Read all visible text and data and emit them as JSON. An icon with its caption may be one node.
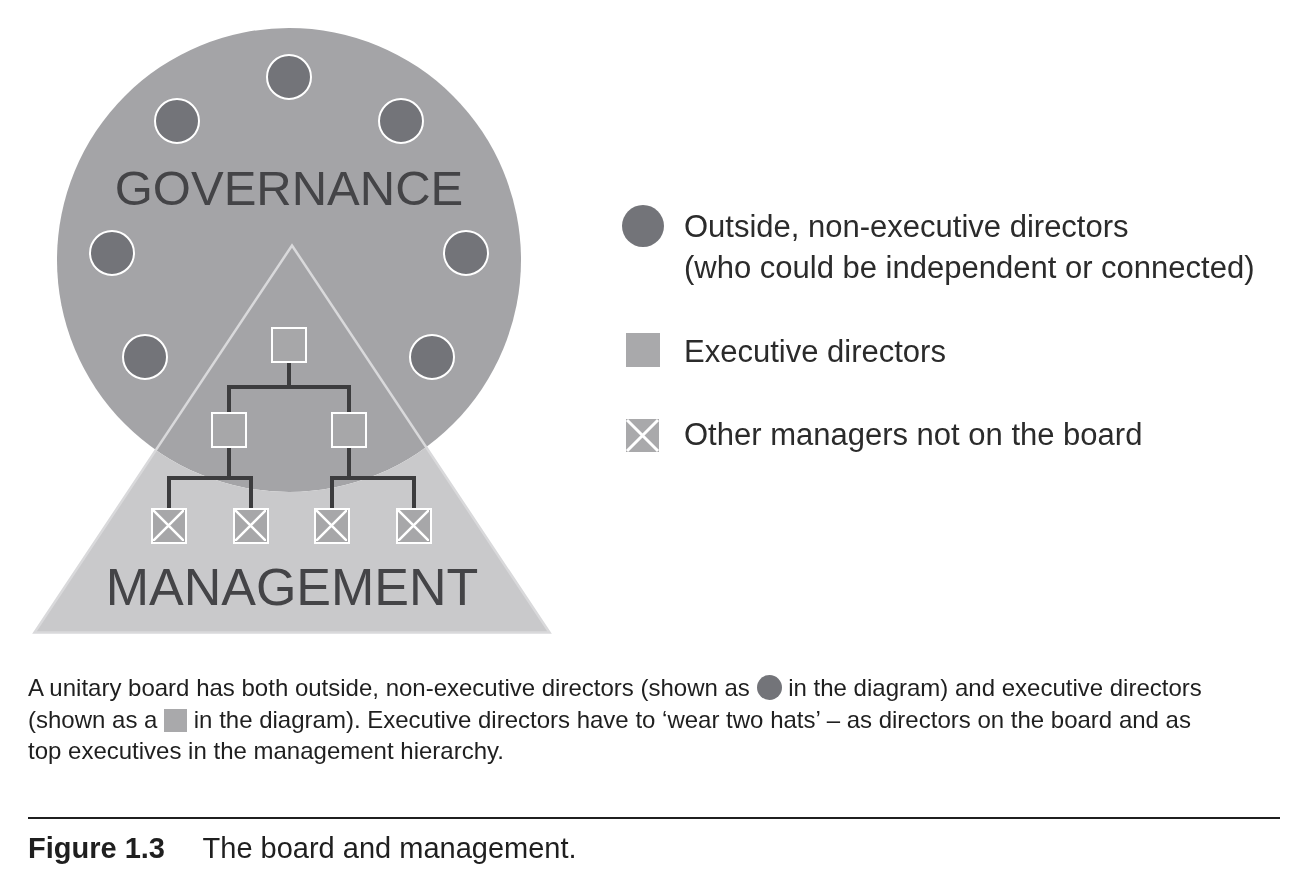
{
  "diagram": {
    "caption": "**Figure 1.3** The board and management.",
    "nodes": [
      {
        "text": [
          "GOVERNANCE"
        ]
      },
      {
        "text": [],
        "shape": "circle",
        "in": 0
      },
      {
        "text": [],
        "shape": "circle",
        "in": 0
      },
      {
        "text": [],
        "shape": "circle",
        "in": 0
      },
      {
        "text": [],
        "shape": "circle",
        "in": 0
      },
      {
        "text": [],
        "shape": "circle",
        "in": 0
      },
      {
        "text": [],
        "shape": "circle",
        "in": 0
      },
      {
        "text": [],
        "shape": "circle",
        "in": 0
      },
      {
        "text": [
          "MANAGEMENT"
        ]
      },
      {
        "text": [],
        "shape": "box"
      },
      {
        "text": [],
        "shape": "box"
      },
      {
        "text": [],
        "shape": "box"
      },
      {
        "text": [],
        "shape": "crossed-box",
        "in": 8
      },
      {
        "text": [],
        "shape": "crossed-box",
        "in": 8
      },
      {
        "text": [],
        "shape": "crossed-box",
        "in": 8
      },
      {
        "text": [],
        "shape": "crossed-box",
        "in": 8
      }
    ],
    "edges": [
      {
        "from": 9,
        "to": 10,
        "arrow": "none"
      },
      {
        "from": 9,
        "to": 11,
        "arrow": "none"
      },
      {
        "from": 10,
        "to": 12,
        "arrow": "none"
      },
      {
        "from": 10,
        "to": 13,
        "arrow": "none"
      },
      {
        "from": 11,
        "to": 14,
        "arrow": "none"
      },
      {
        "from": 11,
        "to": 15,
        "arrow": "none"
      }
    ],
    "labels": [
      "A unitary board has both outside, non-executive directors (shown as in the diagram) and executive directors (shown as a in the diagram). Executive directors have to ‘wear two hats’ – as directors on the board and as top executives in the management hierarchy."
    ],
    "legend": [
      {
        "text": "Outside, non-executive directors (who could be independent or connected)",
        "color": "#737479"
      },
      {
        "text": "Executive directors",
        "color": "#a9a9ab"
      },
      {
        "text": "Other managers not on the board"
      }
    ]
  }
}
